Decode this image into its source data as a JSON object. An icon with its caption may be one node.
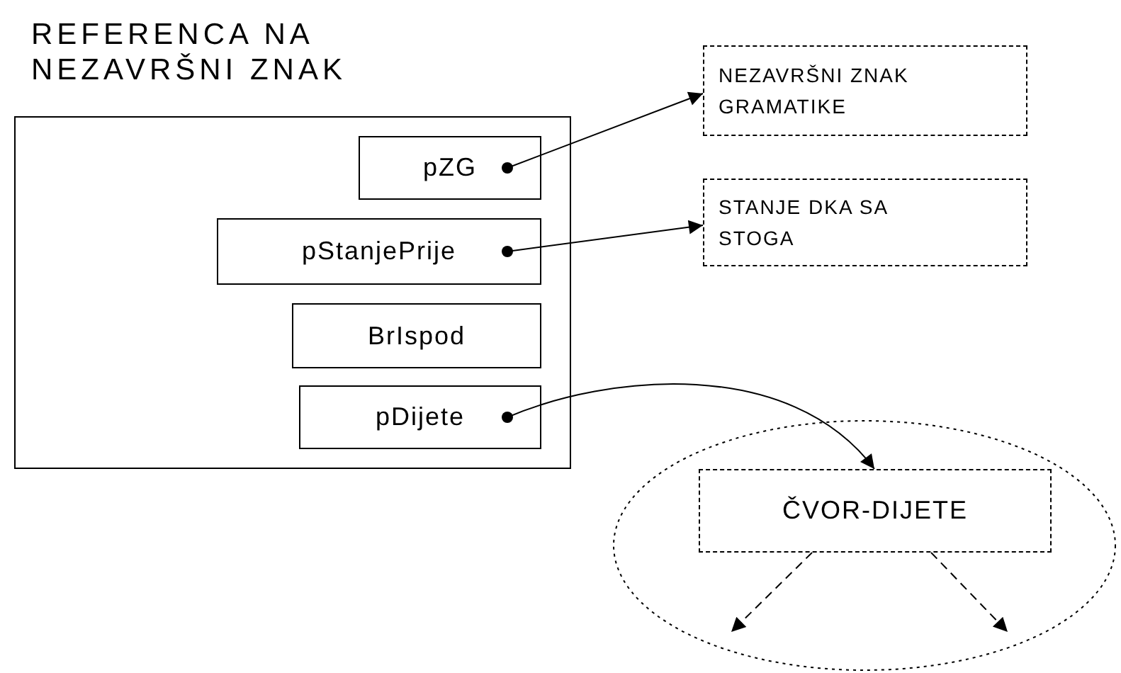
{
  "diagram": {
    "nodes": [
      {
        "text": [
          "REFERENCA NA NEZAVRŠNI ZNAK"
        ]
      },
      {
        "text": [
          "pZG"
        ],
        "in": 0
      },
      {
        "text": [
          "pStanjePrije"
        ],
        "in": 0
      },
      {
        "text": [
          "BrIspod"
        ],
        "in": 0
      },
      {
        "text": [
          "pDijete"
        ],
        "in": 0
      },
      {
        "text": [
          "NEZAVRŠNI ZNAK GRAMATIKE"
        ]
      },
      {
        "text": [
          "STANJE DKA SA STOGA"
        ]
      },
      {
        "text": [],
        "shape": "ellipse"
      },
      {
        "text": [
          "ČVOR-DIJETE"
        ],
        "in": 7
      }
    ],
    "edges": [
      {
        "from": 1,
        "to": 5,
        "arrow": "to"
      },
      {
        "from": 2,
        "to": 6,
        "arrow": "to"
      },
      {
        "from": 4,
        "to": 8,
        "arrow": "to"
      },
      {
        "from": 8,
        "to": null,
        "arrow": "to",
        "style": "dashed"
      },
      {
        "from": 8,
        "to": null,
        "arrow": "to",
        "style": "dashed"
      }
    ]
  }
}
